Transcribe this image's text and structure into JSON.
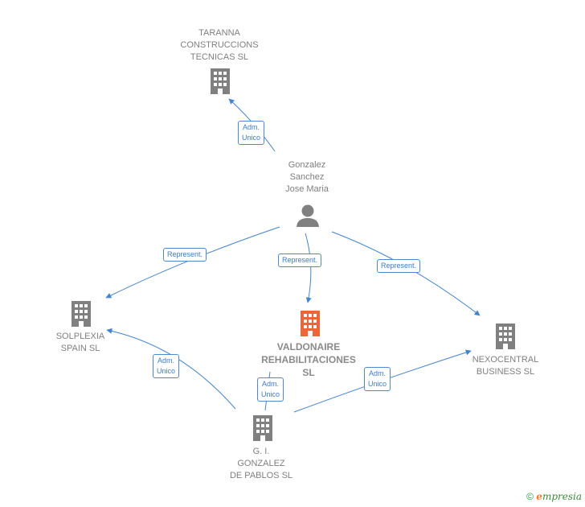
{
  "colors": {
    "edge": "#3f84d6",
    "building_default": "#808080",
    "building_highlight": "#f06436",
    "person": "#808080"
  },
  "nodes": {
    "taranna": {
      "lines": [
        "TARANNA",
        "CONSTRUCCIONS",
        "TECNICAS  SL"
      ],
      "icon": "building-icon"
    },
    "gonzalez": {
      "lines": [
        "Gonzalez",
        "Sanchez",
        "Jose Maria"
      ],
      "icon": "person-icon"
    },
    "solplexia": {
      "lines": [
        "SOLPLEXIA",
        "SPAIN  SL"
      ],
      "icon": "building-icon"
    },
    "valdonaire": {
      "lines": [
        "VALDONAIRE",
        "REHABILITACIONES",
        "SL"
      ],
      "icon": "building-icon"
    },
    "nexocentral": {
      "lines": [
        "NEXOCENTRAL",
        "BUSINESS  SL"
      ],
      "icon": "building-icon"
    },
    "gi": {
      "lines": [
        "G. I.",
        "GONZALEZ",
        "DE PABLOS SL"
      ],
      "icon": "building-icon"
    }
  },
  "edges": {
    "gonzalez_taranna": {
      "lines": [
        "Adm.",
        "Unico"
      ]
    },
    "gonzalez_solplexia": {
      "lines": [
        "Represent."
      ]
    },
    "gonzalez_valdonaire": {
      "lines": [
        "Represent."
      ]
    },
    "gonzalez_nexocentral": {
      "lines": [
        "Represent."
      ]
    },
    "gi_solplexia": {
      "lines": [
        "Adm.",
        "Unico"
      ]
    },
    "gi_valdonaire": {
      "lines": [
        "Adm.",
        "Unico"
      ]
    },
    "gi_nexocentral": {
      "lines": [
        "Adm.",
        "Unico"
      ]
    }
  },
  "footer": {
    "copyright": "©",
    "brand_initial": "e",
    "brand_rest": "mpresia"
  }
}
